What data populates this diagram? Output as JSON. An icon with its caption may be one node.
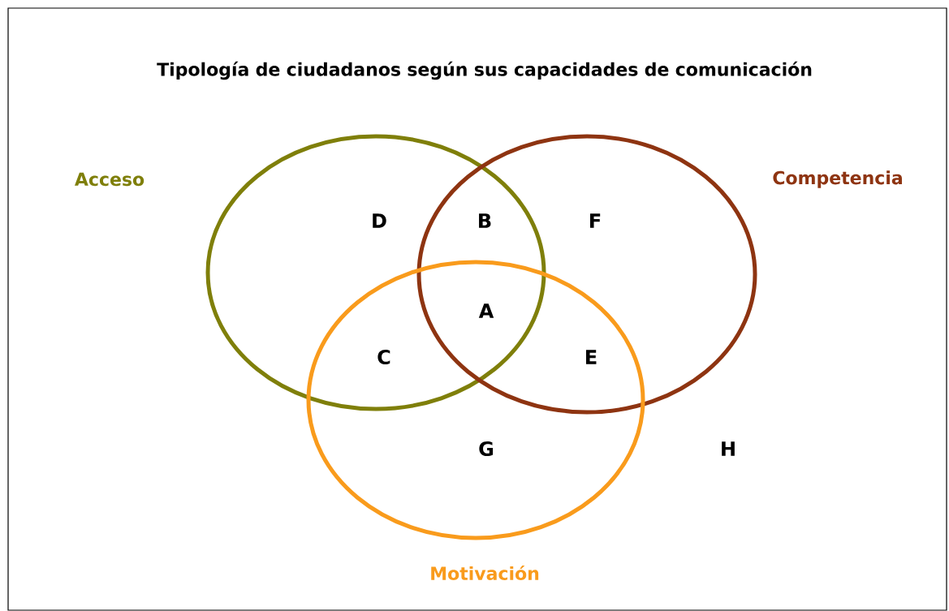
{
  "diagram": {
    "title": "Tipología de ciudadanos según sus capacidades de comunicación",
    "nodes": [
      {
        "text": [
          "Acceso"
        ]
      },
      {
        "text": [
          "Competencia"
        ]
      },
      {
        "text": [
          "Motivación"
        ]
      }
    ],
    "labels": [
      "D",
      "B",
      "F",
      "A",
      "C",
      "E",
      "G",
      "H"
    ]
  }
}
